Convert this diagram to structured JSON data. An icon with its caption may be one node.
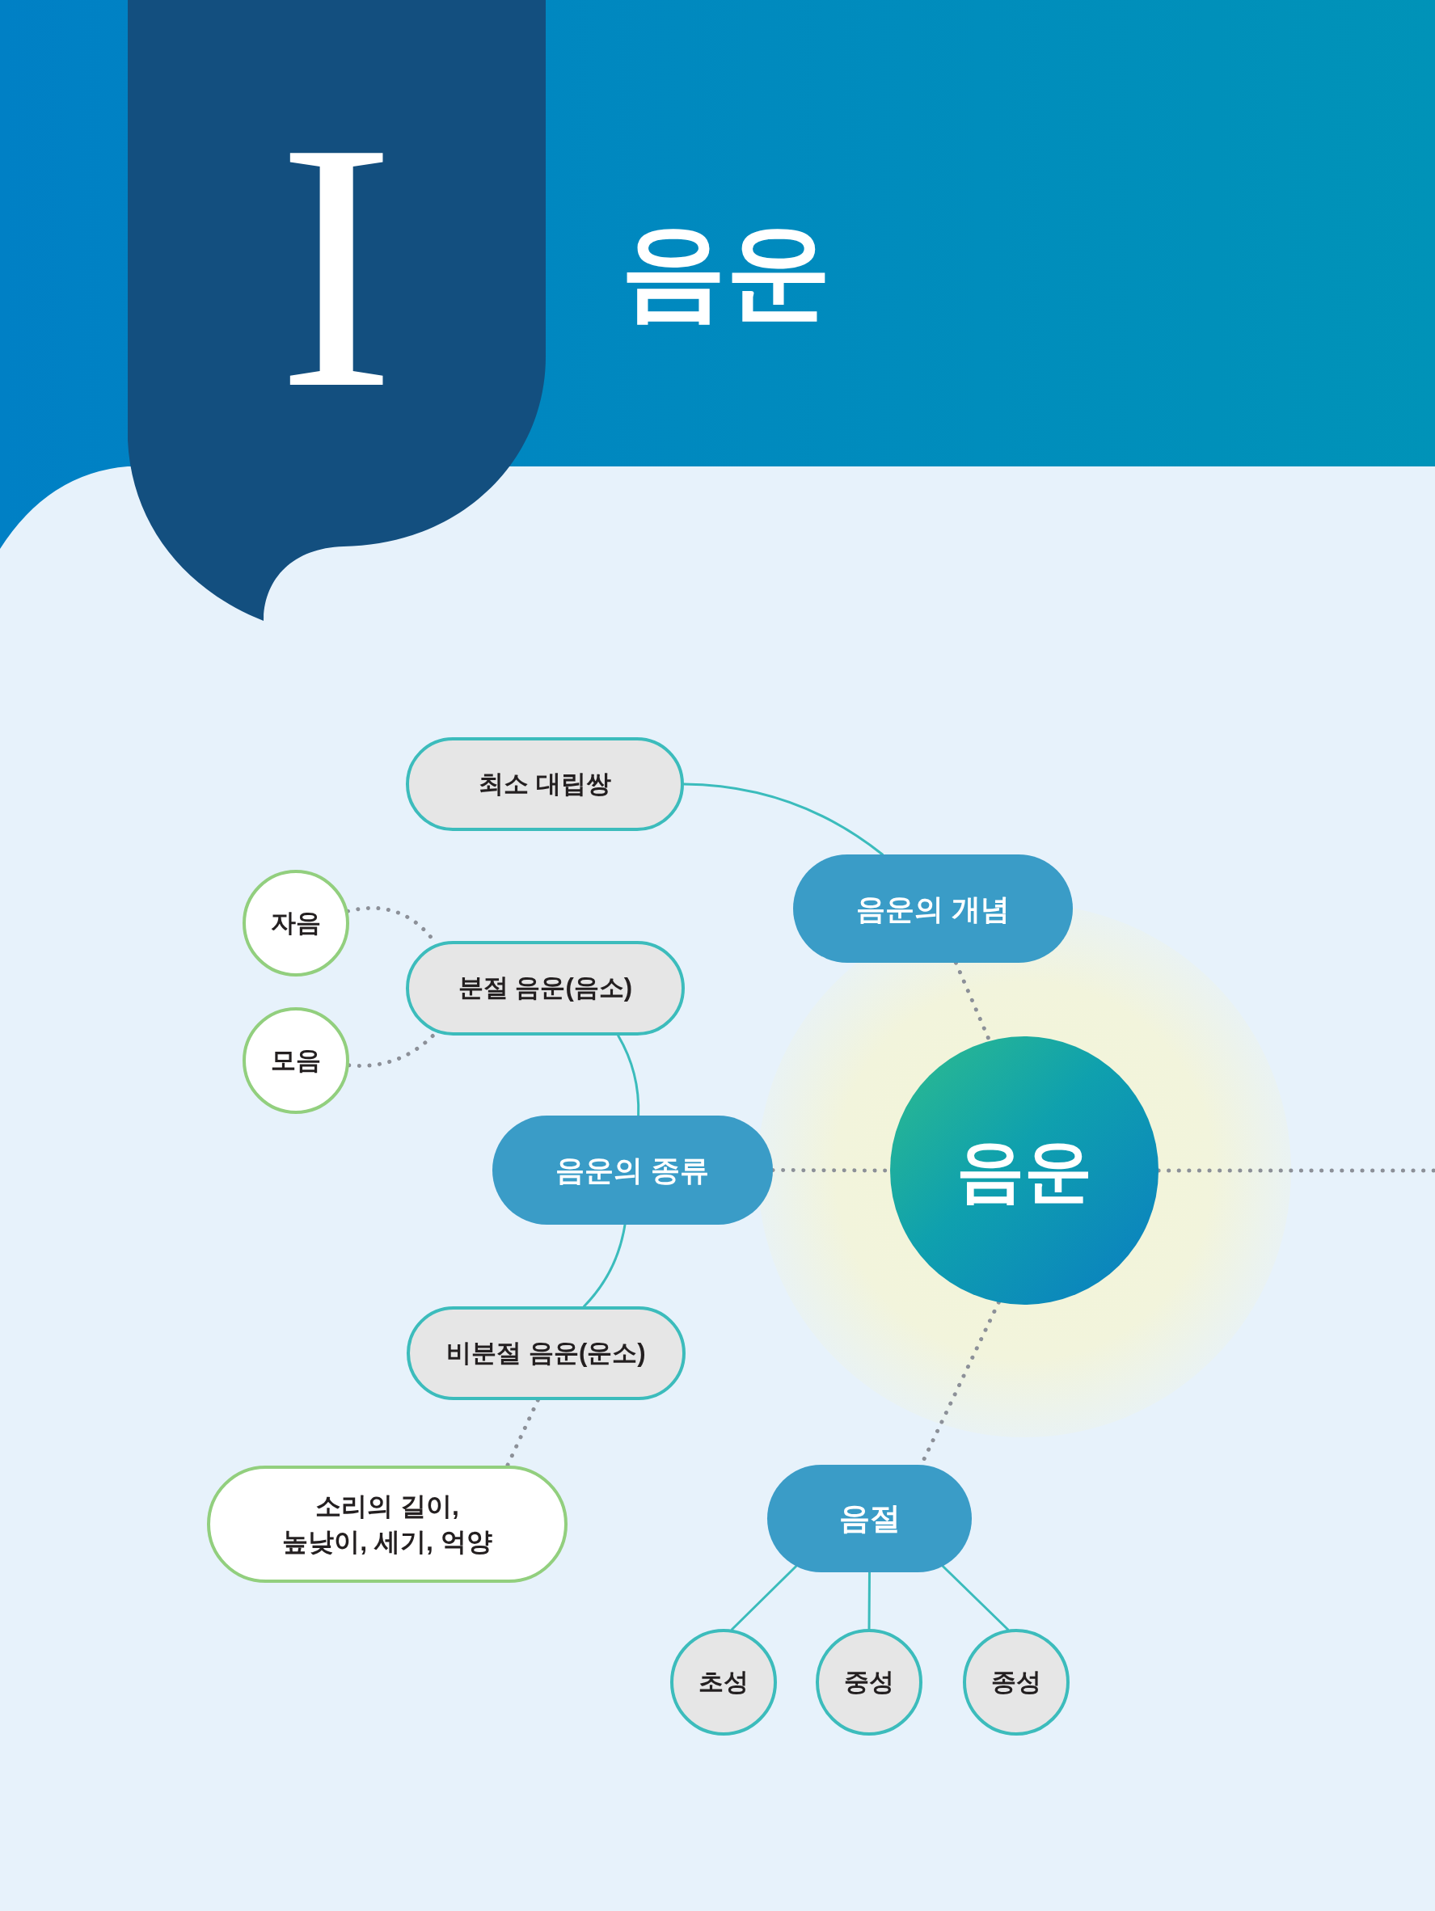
{
  "diagram": {
    "title": "음운",
    "nodes": [
      {
        "text": [
          "최소 대립쌍"
        ]
      },
      {
        "text": [
          "음운의 개념"
        ]
      },
      {
        "text": [
          "자음"
        ]
      },
      {
        "text": [
          "분절 음운(음소)"
        ]
      },
      {
        "text": [
          "모음"
        ]
      },
      {
        "text": [
          "음운의 종류"
        ]
      },
      {
        "text": [
          "음운"
        ]
      },
      {
        "text": [
          "비분절 음운(운소)"
        ]
      },
      {
        "text": [
          "소리의 길이, 높낮이, 세기, 억양"
        ]
      },
      {
        "text": [
          "음절"
        ]
      },
      {
        "text": [
          "초성"
        ]
      },
      {
        "text": [
          "중성"
        ]
      },
      {
        "text": [
          "종성"
        ]
      }
    ],
    "edges": [
      {
        "from": 0,
        "to": 1,
        "arrow": "none",
        "color": "#3bbcbc"
      },
      {
        "from": 1,
        "to": 6,
        "arrow": "none",
        "style": "dashed"
      },
      {
        "from": 2,
        "to": 3,
        "arrow": "none",
        "style": "dashed"
      },
      {
        "from": 4,
        "to": 3,
        "arrow": "none",
        "style": "dashed"
      },
      {
        "from": 3,
        "to": 5,
        "arrow": "none",
        "color": "#3bbcbc"
      },
      {
        "from": 5,
        "to": 6,
        "arrow": "none",
        "style": "dashed"
      },
      {
        "from": 5,
        "to": 7,
        "arrow": "none",
        "color": "#3bbcbc"
      },
      {
        "from": 7,
        "to": 8,
        "arrow": "none",
        "style": "dashed"
      },
      {
        "from": 6,
        "to": 9,
        "arrow": "none",
        "style": "dashed"
      },
      {
        "from": 9,
        "to": 10,
        "arrow": "none",
        "color": "#3bbcbc"
      },
      {
        "from": 9,
        "to": 11,
        "arrow": "none",
        "color": "#3bbcbc"
      },
      {
        "from": 9,
        "to": 12,
        "arrow": "none",
        "color": "#3bbcbc"
      },
      {
        "from": 6,
        "to": null,
        "arrow": "none",
        "style": "dashed"
      }
    ],
    "labels": [
      "I"
    ]
  }
}
